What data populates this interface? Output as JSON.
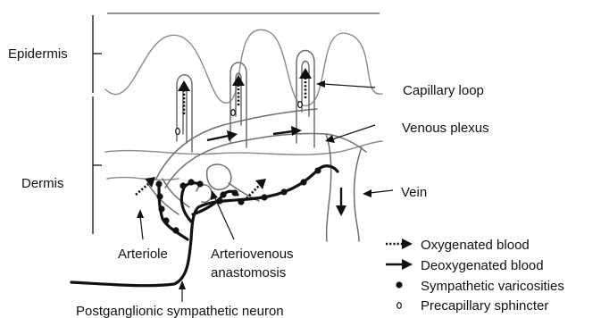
{
  "labels": {
    "epidermis": "Epidermis",
    "dermis": "Dermis",
    "capillary_loop": "Capillary loop",
    "venous_plexus": "Venous plexus",
    "vein": "Vein",
    "arteriole": "Arteriole",
    "anastomosis_line1": "Arteriovenous",
    "anastomosis_line2": "anastomosis",
    "neuron": "Postganglionic sympathetic neuron"
  },
  "legend": {
    "oxygenated": "Oxygenated blood",
    "deoxygenated": "Deoxygenated blood",
    "varicosities": "Sympathetic varicosities",
    "sphincter": "Precapillary sphincter"
  },
  "colors": {
    "ink": "#111111",
    "tissue": "#8a8a8a",
    "vessel": "#6e6e6e"
  }
}
